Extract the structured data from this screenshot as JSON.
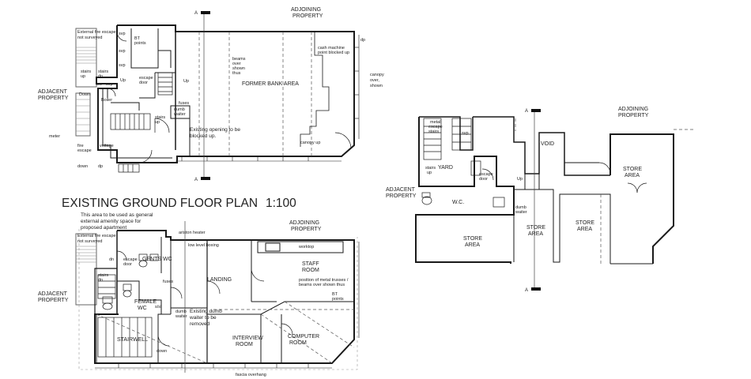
{
  "title": "EXISTING GROUND FLOOR PLAN",
  "scale": "1:100",
  "ground": {
    "adjoining": [
      "ADJOINING",
      "PROPERTY"
    ],
    "adjacent": [
      "ADJACENT",
      "PROPERTY"
    ],
    "ext_escape": [
      "External fire escape",
      "not surveyed"
    ],
    "svp": "svp",
    "bt_points": [
      "BT",
      "points"
    ],
    "dp": "dp",
    "cash_machine": [
      "cash machine",
      "point blocked up"
    ],
    "beams": [
      "beams",
      "over",
      "shown",
      "thus"
    ],
    "canopy": [
      "canopy",
      "over,",
      "shown"
    ],
    "former_bank": "FORMER BANK AREA",
    "stairs_up": [
      "stairs",
      "up"
    ],
    "stairs_dn": [
      "stairs",
      "dn"
    ],
    "up": "Up",
    "escape_door": [
      "escape",
      "door"
    ],
    "boiler": "Boiler",
    "down": "Down",
    "wc": "wc",
    "fuses": "fuses",
    "dumb_waiter": [
      "dumb",
      "waiter"
    ],
    "existing_opening": [
      "Existing opening to be",
      "blocked up."
    ],
    "meter": "meter",
    "voltage": "voltage",
    "fire_escape": [
      "fire",
      "escape"
    ],
    "canopy_up": "canopy up",
    "down_lower": "down"
  },
  "first": {
    "amenity": [
      "This area to be used as general",
      "external amenity space for",
      "proposed apartment"
    ],
    "adjoining": [
      "ADJOINING",
      "PROPERTY"
    ],
    "adjacent": [
      "ADJACENT",
      "PROPERTY"
    ],
    "ext_escape": [
      "External fire escape",
      "not surveyed"
    ],
    "ariston": "ariston heater",
    "low_level_boxing": "low level boxing",
    "worktop": "worktop",
    "gents_wc": "GENTS WC",
    "escape_door": [
      "escape",
      "door"
    ],
    "stairs_dn": [
      "stairs",
      "dn"
    ],
    "landing": "LANDING",
    "staff_room": [
      "STAFF",
      "ROOM"
    ],
    "metal_trusses": [
      "position of metal trusses /",
      "beams over shown thus"
    ],
    "bt_points": [
      "BT",
      "points"
    ],
    "female_wc": [
      "FEMALE",
      "WC"
    ],
    "existing_dumb": [
      "Existing dumb",
      "waiter to be",
      "removed"
    ],
    "dumb_waiter": [
      "dumb",
      "waiter"
    ],
    "sink": "s/sl",
    "stairwell": "STAIRWELL",
    "down": "down",
    "interview": [
      "INTERVIEW",
      "ROOM"
    ],
    "computer": [
      "COMPUTER",
      "ROOM"
    ],
    "fascia": "fascia overhang",
    "fuses": "fuses",
    "dn": "dn"
  },
  "basement": {
    "adjoining": [
      "ADJOINING",
      "PROPERTY"
    ],
    "adjacent": [
      "ADJACENT",
      "PROPERTY"
    ],
    "metal_escape": [
      "metal",
      "escape",
      "stairs"
    ],
    "stairs_up": [
      "stairs",
      "up"
    ],
    "yard": "YARD",
    "escape_door": [
      "escape",
      "door"
    ],
    "void": "VOID",
    "store_area": [
      "STORE",
      "AREA"
    ],
    "wc": "W.C.",
    "dumb_waiter": [
      "dumb",
      "waiter"
    ],
    "svp": "svp",
    "up": "Up"
  },
  "section_marker": "A"
}
